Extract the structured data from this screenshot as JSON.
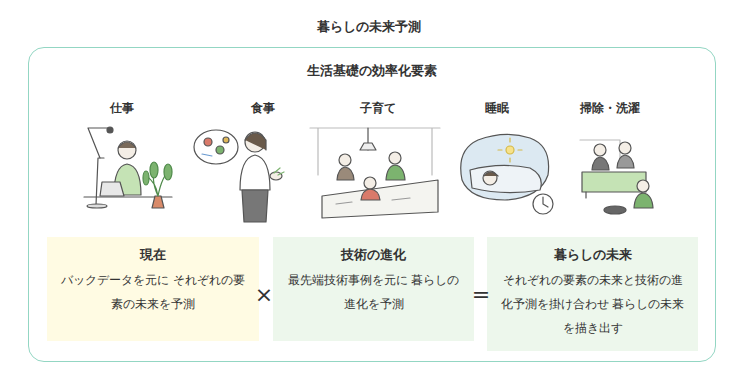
{
  "diagram": {
    "title": "暮らしの未来予測",
    "nodes": [
      {
        "text": [
          "生活基礎の効率化要素"
        ]
      },
      {
        "text": [
          "現在",
          "バックデータを元に それぞれの要素の未来を予測"
        ],
        "in": 0
      },
      {
        "text": [
          "技術の進化",
          "最先端技術事例を元に 暮らしの進化を予測"
        ],
        "in": 0
      },
      {
        "text": [
          "暮らしの未来",
          "それぞれの要素の未来と技術の進化予測を掛け合わせ 暮らしの未来を描き出す"
        ],
        "in": 0
      }
    ],
    "labels": [
      "仕事",
      "食事",
      "子育て",
      "睡眠",
      "掃除・洗濯",
      "×",
      "="
    ]
  }
}
